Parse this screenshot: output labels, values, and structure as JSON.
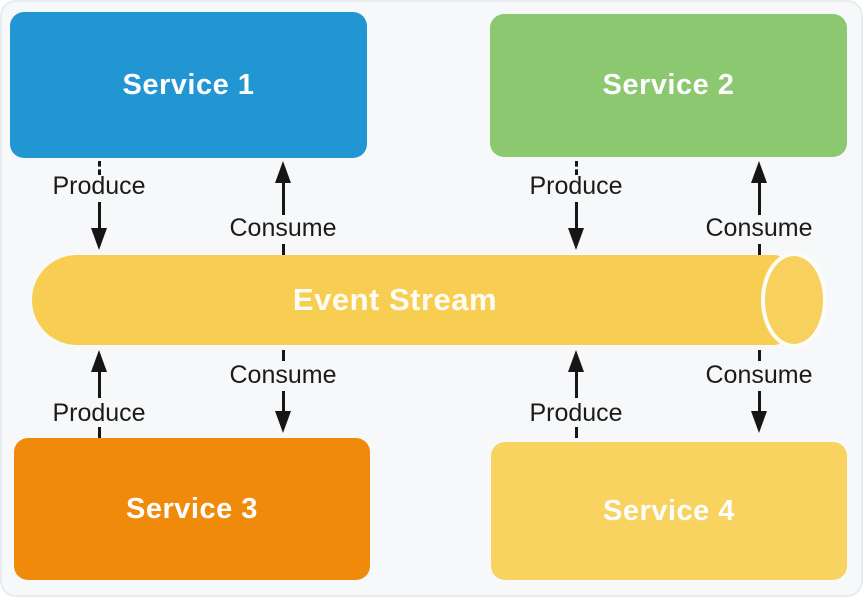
{
  "diagram": {
    "type": "event-driven-architecture",
    "background_color": "#f7f8f9",
    "arrow_color": "#161616",
    "services": [
      {
        "label": "Service 1",
        "color": "#2196d3",
        "text_color": "#fdfdfd",
        "position": "top-left"
      },
      {
        "label": "Service 2",
        "color": "#8cc870",
        "text_color": "#fdfdfd",
        "position": "top-right"
      },
      {
        "label": "Service 3",
        "color": "#f08a0b",
        "text_color": "#fdfdfd",
        "position": "bottom-left"
      },
      {
        "label": "Service 4",
        "color": "#f8d35f",
        "text_color": "#fdfdfd",
        "position": "bottom-right"
      }
    ],
    "stream": {
      "label": "Event Stream",
      "color": "#f8ce52",
      "cap_color": "#f8d05e",
      "shape": "horizontal-cylinder"
    },
    "edges": [
      {
        "from": "Service 1",
        "to": "Event Stream",
        "label": "Produce",
        "direction": "down",
        "style": "dashed-then-solid-arrow"
      },
      {
        "from": "Event Stream",
        "to": "Service 1",
        "label": "Consume",
        "direction": "up",
        "style": "dashed-then-solid-arrow"
      },
      {
        "from": "Service 2",
        "to": "Event Stream",
        "label": "Produce",
        "direction": "down",
        "style": "dashed-then-solid-arrow"
      },
      {
        "from": "Event Stream",
        "to": "Service 2",
        "label": "Consume",
        "direction": "up",
        "style": "dashed-then-solid-arrow"
      },
      {
        "from": "Service 3",
        "to": "Event Stream",
        "label": "Produce",
        "direction": "up",
        "style": "dashed-then-solid-arrow"
      },
      {
        "from": "Event Stream",
        "to": "Service 3",
        "label": "Consume",
        "direction": "down",
        "style": "dashed-then-solid-arrow"
      },
      {
        "from": "Service 4",
        "to": "Event Stream",
        "label": "Produce",
        "direction": "up",
        "style": "dashed-then-solid-arrow"
      },
      {
        "from": "Event Stream",
        "to": "Service 4",
        "label": "Consume",
        "direction": "down",
        "style": "dashed-then-solid-arrow"
      }
    ]
  }
}
